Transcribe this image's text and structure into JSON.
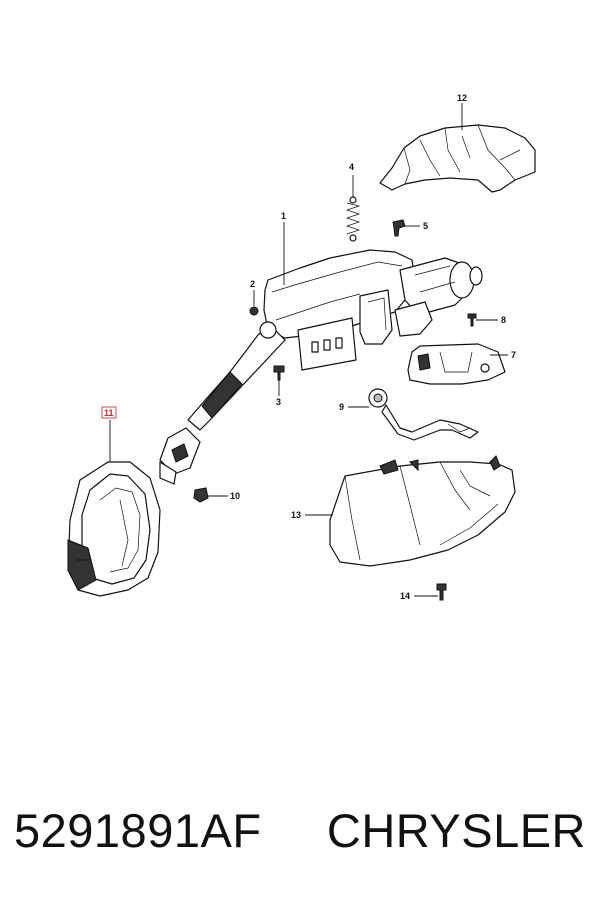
{
  "callouts": {
    "c1": "1",
    "c2": "2",
    "c3": "3",
    "c4": "4",
    "c5": "5",
    "c7": "7",
    "c8": "8",
    "c9": "9",
    "c10": "10",
    "c11": "11",
    "c12": "12",
    "c13": "13",
    "c14": "14"
  },
  "highlight_color": "#cc2222",
  "caption": {
    "part_number": "5291891AF",
    "brand": "CHRYSLER"
  }
}
